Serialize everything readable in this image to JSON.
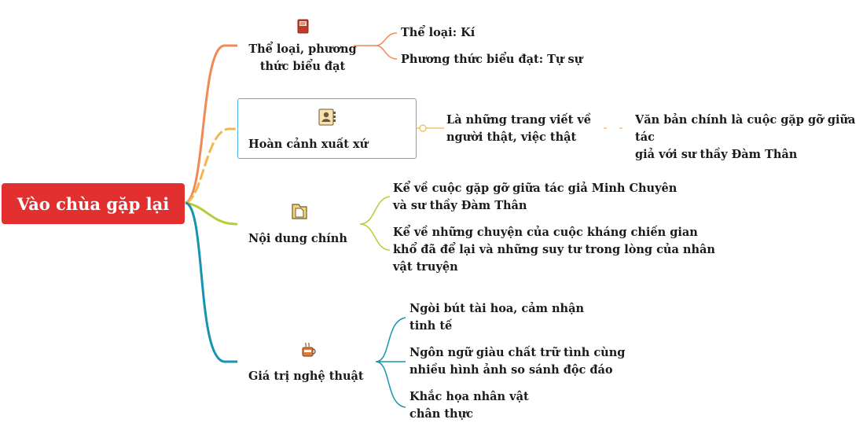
{
  "root": {
    "label": "Vào chùa gặp lại",
    "color": "#e23030"
  },
  "branches": [
    {
      "title_line1": "Thể loại, phương",
      "title_line2": "thức biểu đạt",
      "icon": "book-icon",
      "color": "#f08a55",
      "children": [
        {
          "text": "Thể loại: Kí"
        },
        {
          "text": "Phương thức biểu đạt: Tự sự"
        }
      ]
    },
    {
      "title_line1": "Hoàn cảnh xuất xứ",
      "icon": "contact-card-icon",
      "color": "#f5b54a",
      "children": [
        {
          "line1": "Là những trang viết về",
          "line2": "người thật, việc thật",
          "children": [
            {
              "line1": "Văn bản chính là cuộc gặp gỡ giữa tác",
              "line2": "giả với sư thầy Đàm Thân"
            }
          ]
        }
      ]
    },
    {
      "title_line1": "Nội dung chính",
      "icon": "document-icon",
      "color": "#b8cc3a",
      "children": [
        {
          "line1": "Kể về cuộc gặp gỡ giữa tác giả Minh Chuyên",
          "line2": "và sư thầy Đàm Thân"
        },
        {
          "line1": "Kể về những chuyện của cuộc kháng chiến gian",
          "line2": "khổ đã để lại và những suy tư trong lòng của nhân",
          "line3": "vật truyện"
        }
      ]
    },
    {
      "title_line1": "Giá trị nghệ thuật",
      "icon": "coffee-cup-icon",
      "color": "#1a93b0",
      "children": [
        {
          "line1": "Ngòi bút tài hoa, cảm nhận",
          "line2": "tinh tế"
        },
        {
          "line1": "Ngôn ngữ giàu chất trữ tình cùng",
          "line2": "nhiều hình ảnh so sánh độc đáo"
        },
        {
          "line1": "Khắc họa nhân vật",
          "line2": "chân thực"
        }
      ]
    }
  ]
}
